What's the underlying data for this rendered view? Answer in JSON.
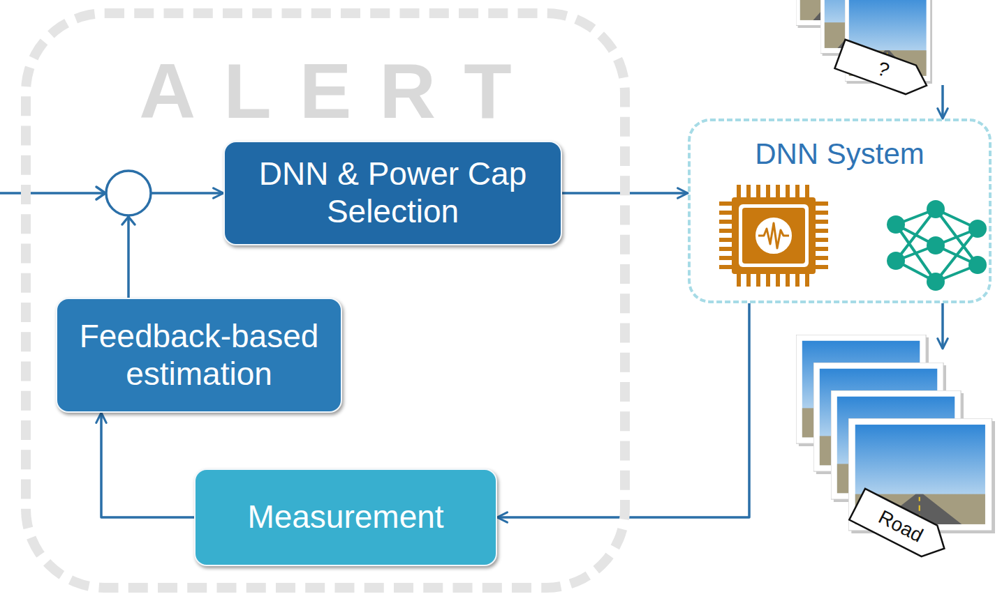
{
  "diagram": {
    "nodes": [
      {
        "text": [
          "ALERT"
        ]
      },
      {
        "text": [
          "DNN & Power Cap Selection"
        ],
        "in": 0
      },
      {
        "text": [
          "Feedback-based estimation"
        ],
        "in": 0
      },
      {
        "text": [
          "Measurement"
        ],
        "in": 0
      },
      {
        "text": [
          "?"
        ]
      },
      {
        "text": [
          "DNN System"
        ]
      },
      {
        "text": [
          "Road"
        ]
      }
    ],
    "edges": [
      {
        "from": 2,
        "to": 1,
        "arrow": "to"
      },
      {
        "from": 1,
        "to": 5,
        "arrow": "to"
      },
      {
        "from": 4,
        "to": 5,
        "arrow": "to"
      },
      {
        "from": 5,
        "to": 6,
        "arrow": "to"
      },
      {
        "from": 5,
        "to": 3,
        "arrow": "to"
      },
      {
        "from": 3,
        "to": 2,
        "arrow": "to"
      }
    ]
  }
}
